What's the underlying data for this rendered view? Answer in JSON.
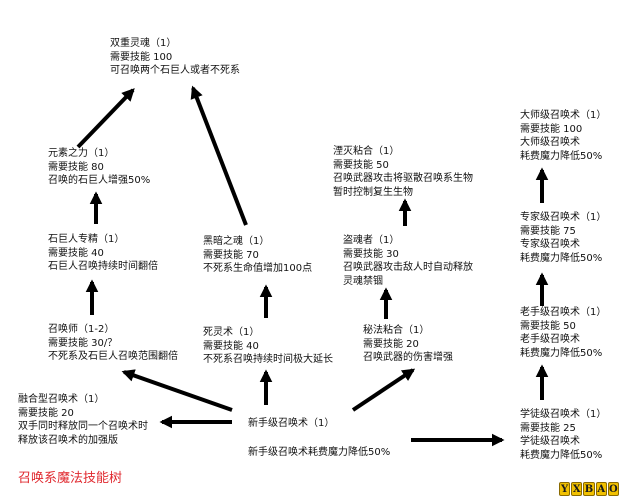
{
  "diagram": {
    "title": "召唤系魔法技能树",
    "watermark": [
      "Y",
      "X",
      "B",
      "A",
      "O"
    ],
    "nodes": {
      "soul": {
        "name": "双重灵魂（1）",
        "req": "需要技能 100",
        "desc": [
          "可召唤两个石巨人或者不死系"
        ]
      },
      "element": {
        "name": "元素之力（1）",
        "req": "需要技能 80",
        "desc": [
          "召唤的石巨人增强50%"
        ]
      },
      "golem": {
        "name": "石巨人专精（1）",
        "req": "需要技能 40",
        "desc": [
          "石巨人召唤持续时间翻倍"
        ]
      },
      "summoner": {
        "name": "召唤师（1-2）",
        "req": "需要技能 30/？",
        "desc": [
          "不死系及石巨人召唤范围翻倍"
        ]
      },
      "fusion": {
        "name": "融合型召唤术（1）",
        "req": "需要技能 20",
        "desc": [
          "双手同时释放同一个召唤术时",
          "释放该召唤术的加强版"
        ]
      },
      "darksoul": {
        "name": "黑暗之魂（1）",
        "req": "需要技能 70",
        "desc": [
          "不死系生命值增加100点"
        ]
      },
      "necro": {
        "name": "死灵术（1）",
        "req": "需要技能 40",
        "desc": [
          "不死系召唤持续时间极大延长"
        ]
      },
      "novice": {
        "name": "新手级召唤术（1）",
        "req": "",
        "desc": [
          "新手级召唤术耗费魔力降低50%"
        ]
      },
      "banish": {
        "name": "湮灭粘合（1）",
        "req": "需要技能 50",
        "desc": [
          "召唤武器攻击将驱散召唤系生物",
          "暂时控制复生生物"
        ]
      },
      "thief": {
        "name": "盗魂者（1）",
        "req": "需要技能 30",
        "desc": [
          "召唤武器攻击敌人时自动释放",
          "灵魂禁锢"
        ]
      },
      "mystic": {
        "name": "秘法粘合（1）",
        "req": "需要技能 20",
        "desc": [
          "召唤武器的伤害增强"
        ]
      },
      "master": {
        "name": "大师级召唤术（1）",
        "req": "需要技能 100",
        "desc": [
          "大师级召唤术",
          "耗费魔力降低50%"
        ]
      },
      "expert": {
        "name": "专家级召唤术（1）",
        "req": "需要技能 75",
        "desc": [
          "专家级召唤术",
          "耗费魔力降低50%"
        ]
      },
      "adept": {
        "name": "老手级召唤术（1）",
        "req": "需要技能 50",
        "desc": [
          "老手级召唤术",
          "耗费魔力降低50%"
        ]
      },
      "apprentice": {
        "name": "学徒级召唤术（1）",
        "req": "需要技能 25",
        "desc": [
          "学徒级召唤术",
          "耗费魔力降低50%"
        ]
      }
    },
    "edges": [
      {
        "from": "element",
        "to": "soul"
      },
      {
        "from": "golem",
        "to": "element"
      },
      {
        "from": "summoner",
        "to": "golem"
      },
      {
        "from": "darksoul",
        "to": "soul"
      },
      {
        "from": "necro",
        "to": "darksoul"
      },
      {
        "from": "novice",
        "to": "necro"
      },
      {
        "from": "novice",
        "to": "summoner"
      },
      {
        "from": "novice",
        "to": "fusion"
      },
      {
        "from": "novice",
        "to": "mystic"
      },
      {
        "from": "mystic",
        "to": "thief"
      },
      {
        "from": "thief",
        "to": "banish"
      },
      {
        "from": "novice",
        "to": "apprentice"
      },
      {
        "from": "apprentice",
        "to": "adept"
      },
      {
        "from": "adept",
        "to": "expert"
      },
      {
        "from": "expert",
        "to": "master"
      }
    ]
  }
}
